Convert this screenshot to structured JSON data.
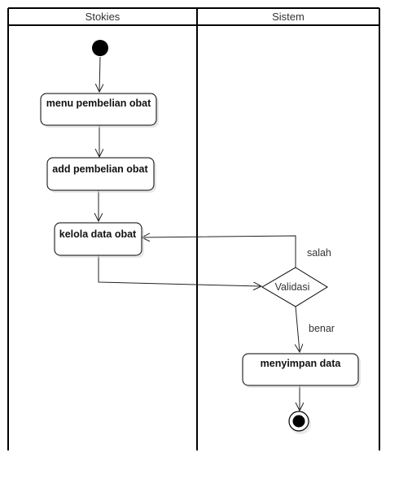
{
  "diagram": {
    "type": "uml-activity-swimlane",
    "lanes": [
      {
        "id": "stokies",
        "title": "Stokies"
      },
      {
        "id": "sistem",
        "title": "Sistem"
      }
    ],
    "nodes": [
      {
        "id": "start",
        "kind": "initial",
        "lane": "stokies"
      },
      {
        "id": "menu",
        "kind": "action",
        "lane": "stokies",
        "label": "menu pembelian obat"
      },
      {
        "id": "add",
        "kind": "action",
        "lane": "stokies",
        "label": "add pembelian obat"
      },
      {
        "id": "kelola",
        "kind": "action",
        "lane": "stokies",
        "label": "kelola data obat"
      },
      {
        "id": "validasi",
        "kind": "decision",
        "lane": "sistem",
        "label": "Validasi"
      },
      {
        "id": "simpan",
        "kind": "action",
        "lane": "sistem",
        "label": "menyimpan data"
      },
      {
        "id": "end",
        "kind": "final",
        "lane": "sistem"
      }
    ],
    "edges": [
      {
        "id": "e1",
        "from": "start",
        "to": "menu",
        "label": ""
      },
      {
        "id": "e2",
        "from": "menu",
        "to": "add",
        "label": ""
      },
      {
        "id": "e3",
        "from": "add",
        "to": "kelola",
        "label": ""
      },
      {
        "id": "e4",
        "from": "kelola",
        "to": "validasi",
        "label": ""
      },
      {
        "id": "e5",
        "from": "validasi",
        "to": "kelola",
        "label": "salah"
      },
      {
        "id": "e6",
        "from": "validasi",
        "to": "simpan",
        "label": "benar"
      },
      {
        "id": "e7",
        "from": "simpan",
        "to": "end",
        "label": ""
      }
    ]
  }
}
